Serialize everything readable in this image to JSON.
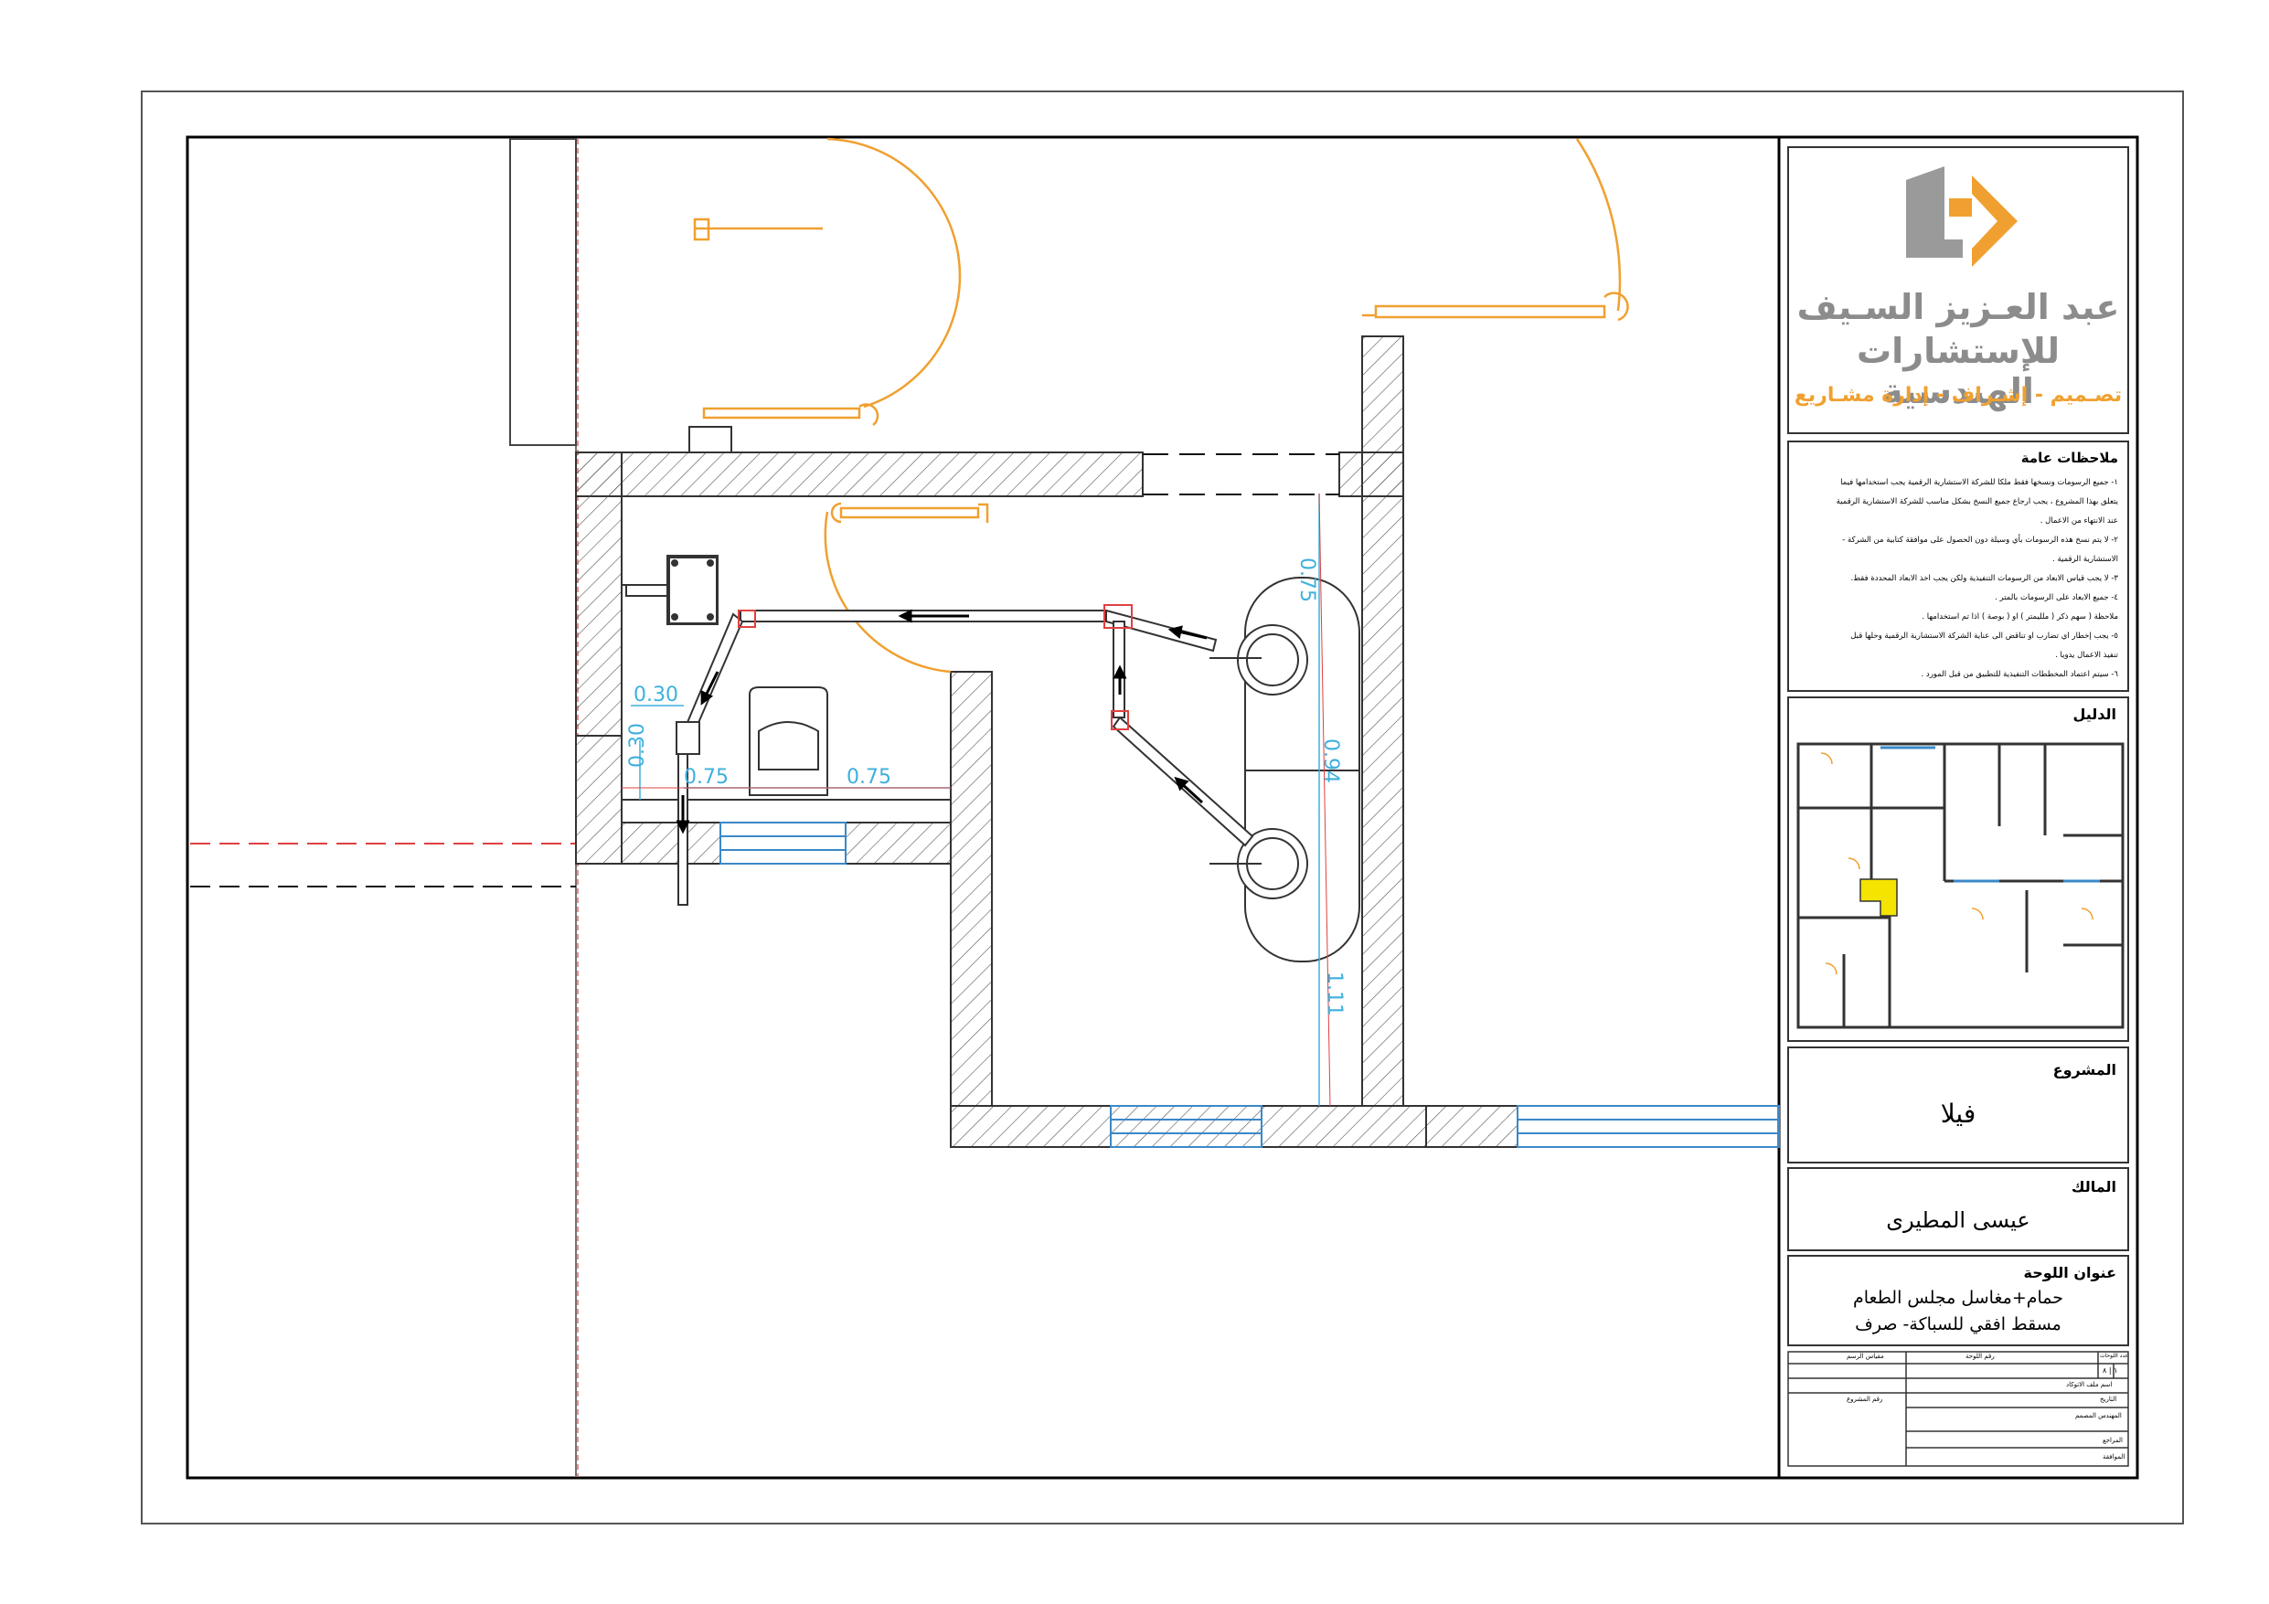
{
  "firm": {
    "name_line1": "عبد العـزيز السـيف",
    "name_line2": "للإستشارات الهندسية",
    "tagline": "تصـميم - إشـراف - إدارة مشـاريع"
  },
  "notes": {
    "title": "ملاحظات عامة",
    "items": [
      "١- جميع الرسومات ونسخها فقط ملكا للشركة الاستشارية الرقمية يجب استخدامها فيما",
      "يتعلق بهذا المشروع ، يجب ارجاع جميع النسخ بشكل مناسب للشركة الاستشارية الرقمية",
      "عند الانتهاء من الاعمال .",
      "٢- لا يتم نسخ هذه الرسومات بأي وسيلة دون الحصول على موافقة كتابية من الشركة -",
      "الاستشارية الرقمية .",
      "٣- لا يجب قياس الابعاد من الرسومات التنفيذية ولكن يجب اخذ الابعاد المحددة فقط.",
      "٤- جميع الابعاد على الرسومات بالمتر .",
      "ملاحظة ( سهم ذكر ( ملليمتر ) او ( بوصة ) اذا تم استخدامها .",
      "٥- يجب إخطار اي تضارب او تناقض الى عناية الشركة الاستشارية الرقمية وحلها قبل",
      "تنفيذ الاعمال يدويا .",
      "٦- سيتم اعتماد المخططات التنفيذية للتطبيق من قبل المورد ."
    ]
  },
  "key_plan": {
    "title": "الدليل"
  },
  "project": {
    "label": "المشروع",
    "value": "فيلا"
  },
  "owner": {
    "label": "المالك",
    "value": "عيسى المطيرى"
  },
  "sheet": {
    "label": "عنوان اللوحة",
    "title_line1": "حمام+مغاسل مجلس الطعام",
    "title_line2": "مسقط افقي للسباكة- صرف"
  },
  "info_table": {
    "scale_label": "مقياس الرسم",
    "sheet_no_label": "رقم اللوحة",
    "sheet_count_label": "عدد اللوحات",
    "sheet_count_value": "١ | ٨",
    "file_name_label": "اسم ملف الاتوكاد",
    "date_label": "التاريخ",
    "engineer_label": "المهندس المصمم",
    "project_no_label": "رقم المشروع",
    "reviewer_label": "المراجع",
    "approval_label": "الموافقة"
  },
  "dimensions": {
    "d1": "0.30",
    "d2": "0.30",
    "d3": "0.75",
    "d4": "0.75",
    "d5": "0.75",
    "d6": "0.94",
    "d7": "1.11"
  },
  "colors": {
    "door": "#f0a030",
    "dimension": "#3fb0dd",
    "window": "#3a88c8",
    "axis": "#e04040",
    "logo_orange": "#f0a030",
    "logo_gray": "#9a9a9a"
  }
}
